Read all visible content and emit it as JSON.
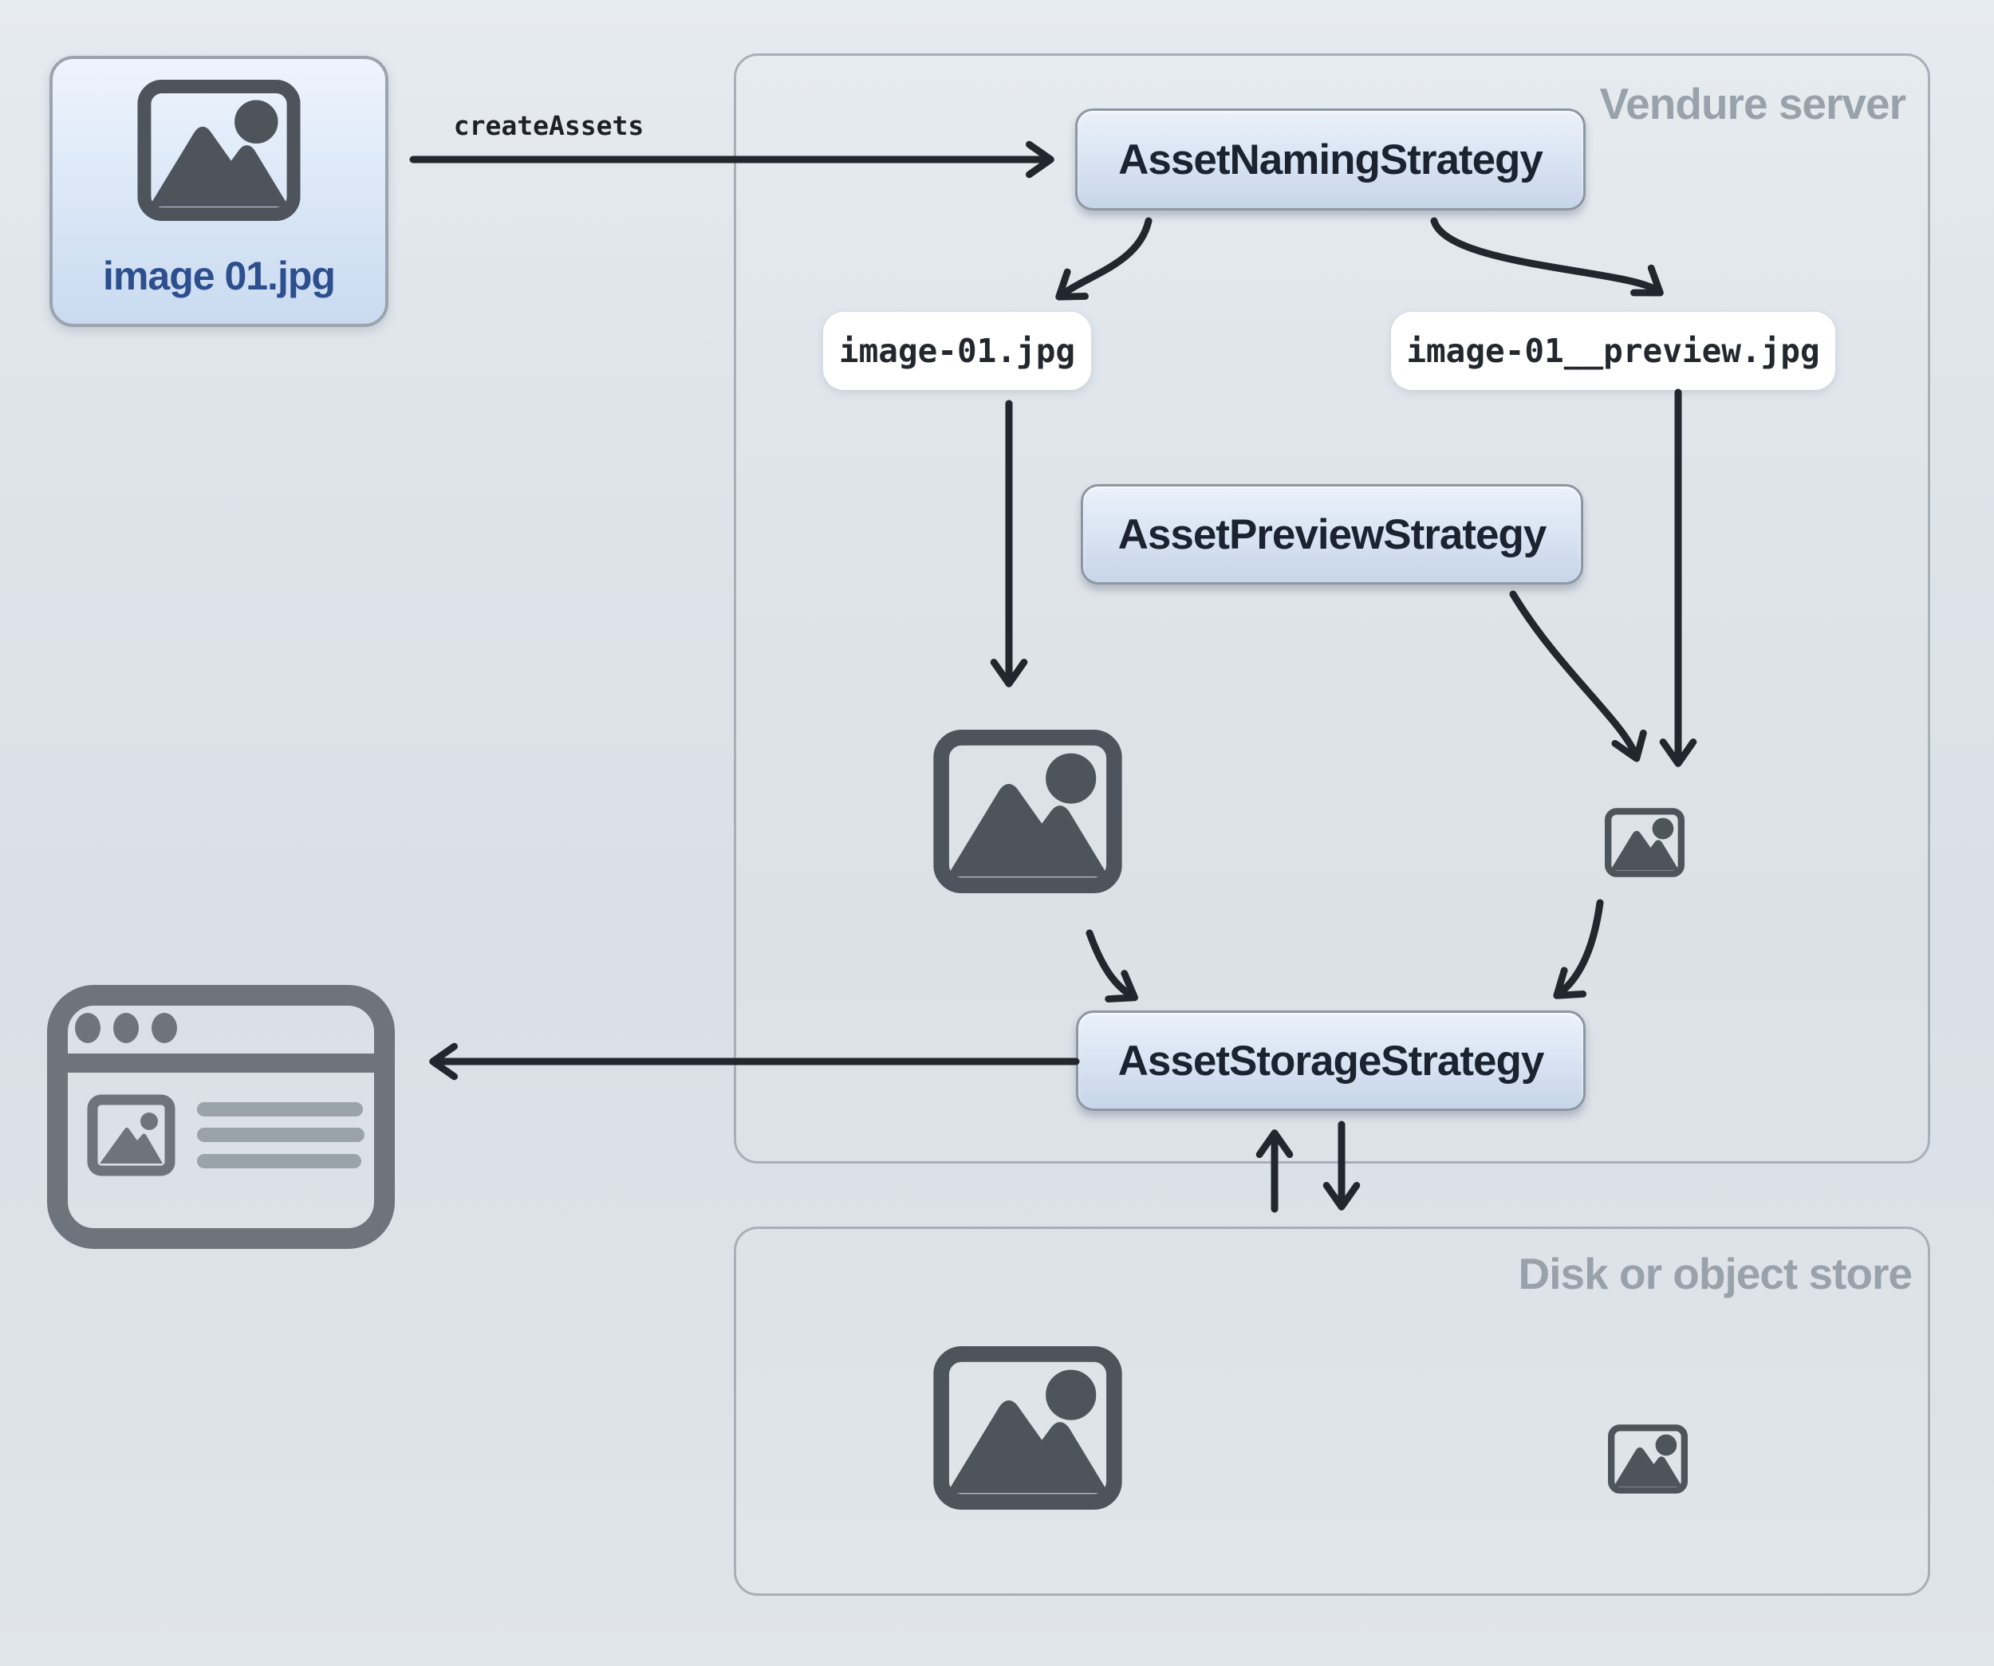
{
  "diagram": {
    "source_card": {
      "label": "image 01.jpg"
    },
    "create_assets": {
      "label": "createAssets"
    },
    "vendure_server": {
      "title": "Vendure server",
      "asset_naming_strategy": "AssetNamingStrategy",
      "source_file_chip": "image-01.jpg",
      "preview_file_chip": "image-01__preview.jpg",
      "asset_preview_strategy": "AssetPreviewStrategy",
      "asset_storage_strategy": "AssetStorageStrategy"
    },
    "disk_store": {
      "title": "Disk or object store"
    }
  },
  "colors": {
    "arrow": "#22272f",
    "box_text": "#1b2330",
    "muted_label": "#99a2ab",
    "card_label": "#2e4f8e",
    "chip_text": "#24282e",
    "icon": "#4e545b",
    "browser_icon": "#6e747b",
    "browser_lines": "#9aa2aa"
  }
}
